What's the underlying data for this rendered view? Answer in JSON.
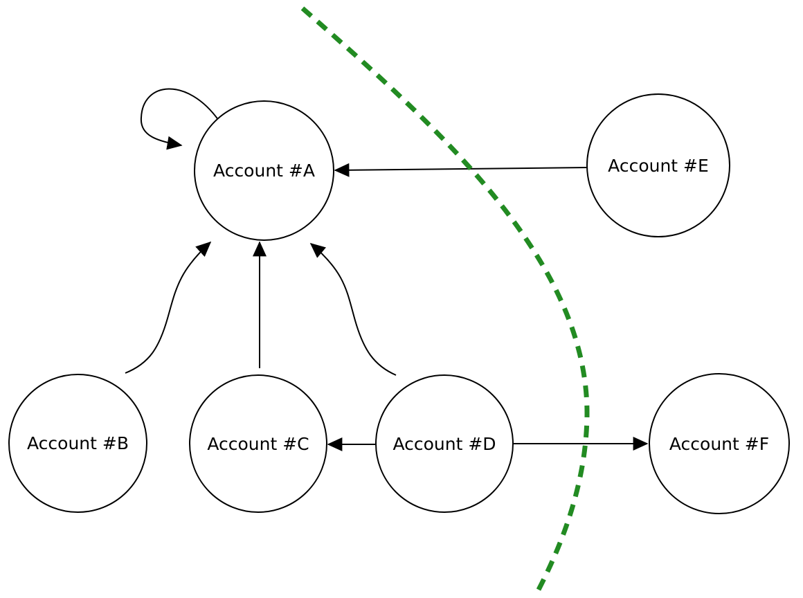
{
  "diagram": {
    "nodes": [
      {
        "id": "A",
        "label": "Account #A"
      },
      {
        "id": "B",
        "label": "Account #B"
      },
      {
        "id": "C",
        "label": "Account #C"
      },
      {
        "id": "D",
        "label": "Account #D"
      },
      {
        "id": "E",
        "label": "Account #E"
      },
      {
        "id": "F",
        "label": "Account #F"
      }
    ],
    "edges": [
      {
        "from": "A",
        "to": "A",
        "type": "self-loop"
      },
      {
        "from": "E",
        "to": "A",
        "type": "straight"
      },
      {
        "from": "B",
        "to": "A",
        "type": "curved"
      },
      {
        "from": "C",
        "to": "A",
        "type": "straight"
      },
      {
        "from": "D",
        "to": "A",
        "type": "curved"
      },
      {
        "from": "D",
        "to": "C",
        "type": "straight"
      },
      {
        "from": "D",
        "to": "F",
        "type": "straight"
      }
    ],
    "boundary": {
      "style": "dashed",
      "color": "#228B22"
    },
    "colors": {
      "background": "#ffffff",
      "node_fill": "#ffffff",
      "node_stroke": "#000000",
      "edge": "#000000"
    }
  }
}
